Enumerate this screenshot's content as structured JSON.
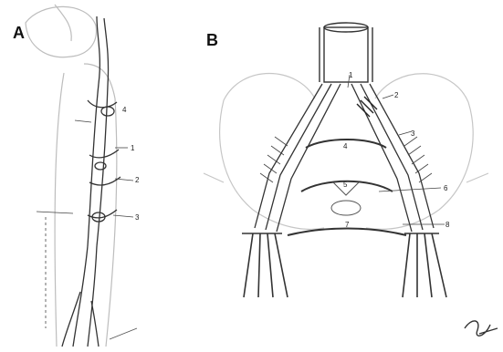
{
  "figure": {
    "panel_a": {
      "letter": "A",
      "callouts": [
        "1",
        "2",
        "3",
        "4"
      ]
    },
    "panel_b": {
      "letter": "B",
      "callouts": [
        "1",
        "2",
        "3",
        "4",
        "5",
        "6",
        "7",
        "8"
      ],
      "signature": "Signature"
    }
  }
}
